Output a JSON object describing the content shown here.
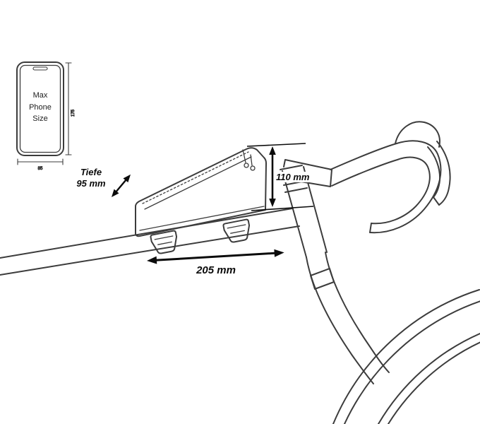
{
  "diagram": {
    "phone": {
      "line1": "Max",
      "line2": "Phone",
      "line3": "Size",
      "height_value": "175",
      "width_value": "85"
    },
    "dimensions": {
      "depth_line1": "Tiefe",
      "depth_line2": "95 mm",
      "height": "110 mm",
      "length": "205 mm"
    },
    "colors": {
      "line": "#3c3c3c",
      "accent": "#0b0b0b",
      "background": "#ffffff"
    }
  }
}
